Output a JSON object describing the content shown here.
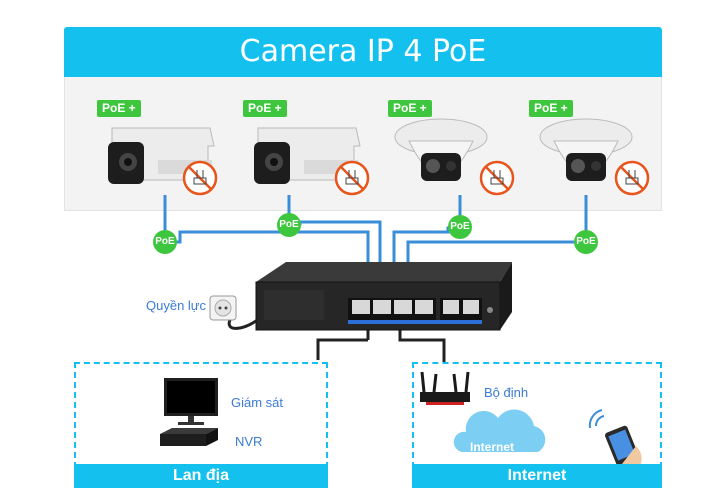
{
  "title": "Camera IP 4 PoE",
  "cameras": [
    {
      "type": "bullet",
      "tag": "PoE +",
      "port_label": "PoE"
    },
    {
      "type": "bullet",
      "tag": "PoE +",
      "port_label": "PoE"
    },
    {
      "type": "dome",
      "tag": "PoE +",
      "port_label": "PoE"
    },
    {
      "type": "dome",
      "tag": "PoE +",
      "port_label": "PoE"
    }
  ],
  "power": {
    "label": "Quyền lực"
  },
  "lan": {
    "footer": "Lan địa",
    "monitor_label": "Giám sát",
    "nvr_label": "NVR"
  },
  "internet": {
    "footer": "Internet",
    "router_label": "Bộ định",
    "cloud_label": "Internet"
  },
  "colors": {
    "accent": "#14c1ee",
    "poe_green": "#3fc63f",
    "cable": "#3a8ed8",
    "label_blue": "#3a7bd5",
    "no_power": "#e8551c"
  }
}
